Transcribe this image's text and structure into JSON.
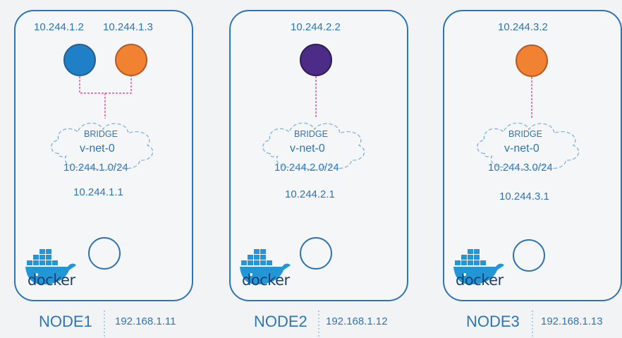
{
  "nodes": [
    {
      "name": "NODE1",
      "ip": "192.168.1.11",
      "pod_ips": [
        "10.244.1.2",
        "10.244.1.3"
      ],
      "pod_colors": [
        "#1f80c7",
        "#f08231"
      ],
      "bridge_word": "BRIDGE",
      "bridge_name": "v-net-0",
      "cidr": "10.244.1.0/24",
      "gateway": "10.244.1.1"
    },
    {
      "name": "NODE2",
      "ip": "192.168.1.12",
      "pod_ips": [
        "10.244.2.2"
      ],
      "pod_colors": [
        "#4c2c86"
      ],
      "bridge_word": "BRIDGE",
      "bridge_name": "v-net-0",
      "cidr": "10.244.2.0/24",
      "gateway": "10.244.2.1"
    },
    {
      "name": "NODE3",
      "ip": "192.168.1.13",
      "pod_ips": [
        "10.244.3.2"
      ],
      "pod_colors": [
        "#f08231"
      ],
      "bridge_word": "BRIDGE",
      "bridge_name": "v-net-0",
      "cidr": "10.244.3.0/24",
      "gateway": "10.244.3.1"
    }
  ],
  "docker_logo_text": "docker",
  "colors": {
    "accent": "#2e75b6",
    "link_line": "#d63384",
    "bridge_dash": "#7fb2dd"
  }
}
